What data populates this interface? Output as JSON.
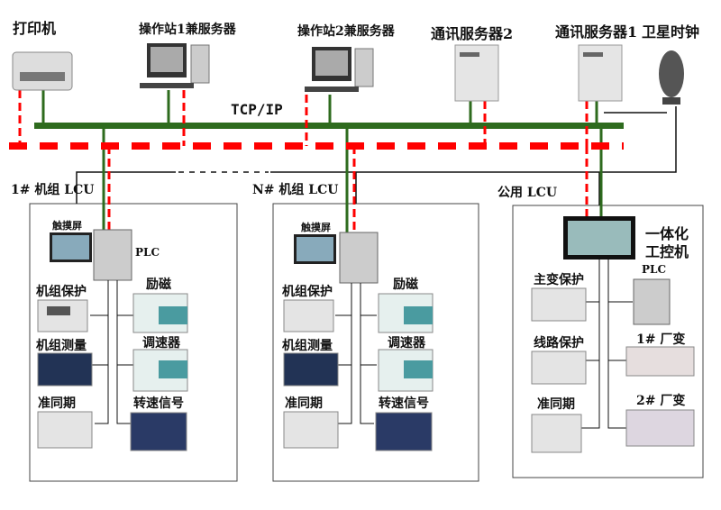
{
  "top": {
    "printer": "打印机",
    "station1": "操作站1兼服务器",
    "station2": "操作站2兼服务器",
    "comm2": "通讯服务器2",
    "comm1": "通讯服务器1",
    "gps_clock": "卫星时钟",
    "network": "TCP/IP"
  },
  "lcu1": {
    "title": "1# 机组 LCU",
    "touch": "触摸屏",
    "plc": "PLC",
    "exc": "励磁",
    "prot": "机组保护",
    "gov": "调速器",
    "meas": "机组测量",
    "sync": "准同期",
    "speed": "转速信号"
  },
  "lcun": {
    "title": "N# 机组 LCU",
    "touch": "触摸屏",
    "exc": "励磁",
    "prot": "机组保护",
    "gov": "调速器",
    "meas": "机组测量",
    "sync": "准同期",
    "speed": "转速信号"
  },
  "common": {
    "title": "公用 LCU",
    "ipc": "一体化\n工控机",
    "ipc1": "一体化",
    "ipc2": "工控机",
    "main_tx": "主变保护",
    "plc": "PLC",
    "line": "线路保护",
    "aux1": "1# 厂变",
    "sync": "准同期",
    "aux2": "2# 厂变"
  },
  "colors": {
    "bus_green": "#2e6b1e",
    "bus_red": "#ff0000",
    "line": "#111111"
  }
}
